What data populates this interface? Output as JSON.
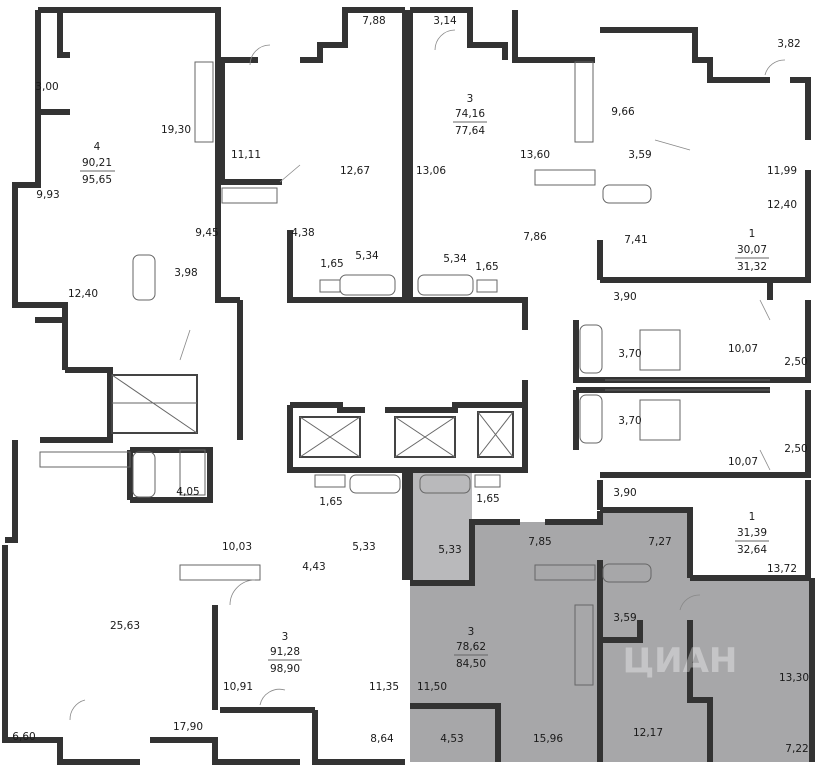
{
  "colors": {
    "background": "#ffffff",
    "wall": "#333333",
    "highlight_apartment": "#a7a7a9"
  },
  "apartments": [
    {
      "id": "apt-4-top-left",
      "rooms": "4",
      "living_area": "90,21",
      "total_area": "95,65"
    },
    {
      "id": "apt-3-top-center",
      "rooms": "3",
      "living_area": "74,16",
      "total_area": "77,64"
    },
    {
      "id": "apt-1-right-upper",
      "rooms": "1",
      "living_area": "30,07",
      "total_area": "31,32"
    },
    {
      "id": "apt-1-right-lower",
      "rooms": "1",
      "living_area": "31,39",
      "total_area": "32,64"
    },
    {
      "id": "apt-3-bottom-center",
      "rooms": "3",
      "living_area": "91,28",
      "total_area": "98,90"
    },
    {
      "id": "apt-3-highlighted",
      "rooms": "3",
      "living_area": "78,62",
      "total_area": "84,50"
    }
  ],
  "room_areas": [
    "7,88",
    "3,14",
    "3,82",
    "3,00",
    "19,30",
    "11,11",
    "12,67",
    "13,06",
    "13,60",
    "9,66",
    "11,99",
    "9,93",
    "3,59",
    "9,45",
    "4,38",
    "5,34",
    "5,34",
    "7,86",
    "7,41",
    "12,40",
    "1,65",
    "1,65",
    "3,98",
    "12,40",
    "3,90",
    "3,70",
    "10,07",
    "2,50",
    "3,70",
    "10,07",
    "2,50",
    "3,90",
    "4,05",
    "1,65",
    "1,65",
    "10,03",
    "5,33",
    "5,33",
    "7,85",
    "7,27",
    "13,72",
    "4,43",
    "25,63",
    "3,59",
    "11,35",
    "11,50",
    "10,91",
    "13,30",
    "6,60",
    "17,90",
    "8,64",
    "4,53",
    "15,96",
    "12,17",
    "7,22"
  ],
  "watermark": "ЦИАН"
}
